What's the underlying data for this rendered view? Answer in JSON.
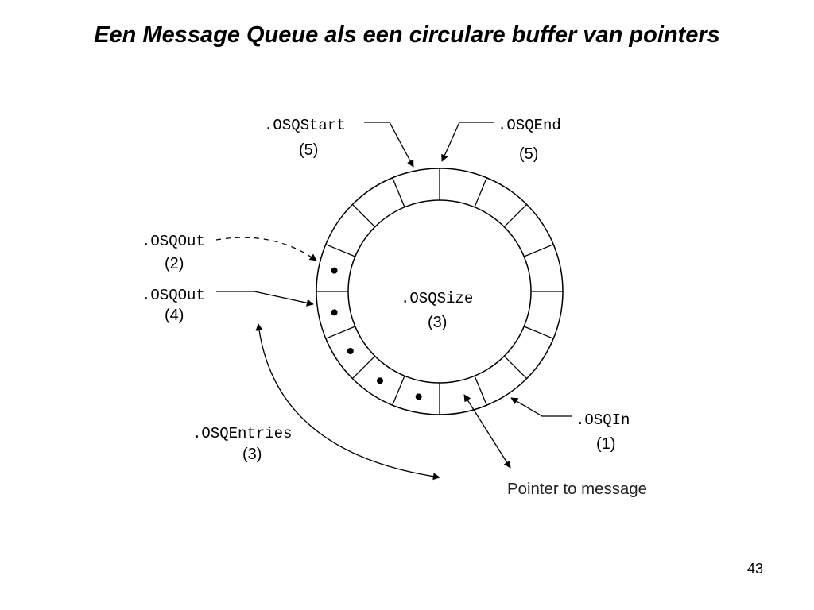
{
  "slide": {
    "title": "Een Message Queue als een circulare buffer van pointers",
    "page_number": "43"
  },
  "diagram": {
    "labels": {
      "osq_start": ".OSQStart",
      "osq_start_count": "(5)",
      "osq_end": ".OSQEnd",
      "osq_end_count": "(5)",
      "osq_out_a": ".OSQOut",
      "osq_out_a_num": "(2)",
      "osq_out_b": ".OSQOut",
      "osq_out_b_num": "(4)",
      "osq_size": ".OSQSize",
      "osq_size_num": "(3)",
      "osq_in": ".OSQIn",
      "osq_in_num": "(1)",
      "osq_entries": ".OSQEntries",
      "osq_entries_num": "(3)",
      "pointer_to_message": "Pointer to message"
    },
    "ring_slots": 16,
    "filled_slots": 5,
    "line_color": "#000000"
  }
}
